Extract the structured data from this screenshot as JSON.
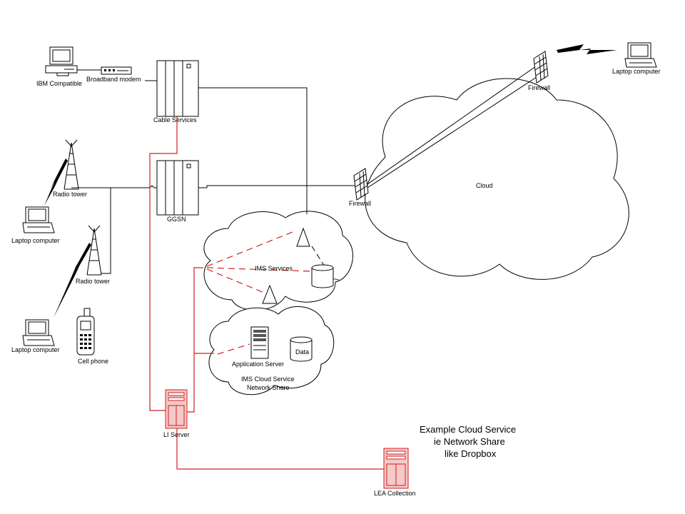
{
  "labels": {
    "ibm_compatible": "IBM Compatible",
    "broadband_modem": "Broadband modem",
    "cable_services": "Cable Services",
    "radio_tower_1": "Radio tower",
    "radio_tower_2": "Radio tower",
    "laptop_left_1": "Laptop computer",
    "laptop_left_2": "Laptop computer",
    "laptop_top_right": "Laptop computer",
    "cell_phone": "Cell phone",
    "ggsn": "GGSN",
    "firewall_main": "Firewall",
    "firewall_top": "Firewall",
    "cloud": "Cloud",
    "ims_services": "IMS Services",
    "application_server": "Application Server",
    "data": "Data",
    "ims_cloud_line1": "IMS Cloud Service",
    "ims_cloud_line2": "Network Share",
    "li_server": "LI Server",
    "lea_collection": "LEA Collection"
  },
  "caption": {
    "line1": "Example Cloud Service",
    "line2": "ie Network Share",
    "line3": "like Dropbox"
  },
  "colors": {
    "intercept_line": "#d42020",
    "server_fill": "#f3c9c9"
  }
}
